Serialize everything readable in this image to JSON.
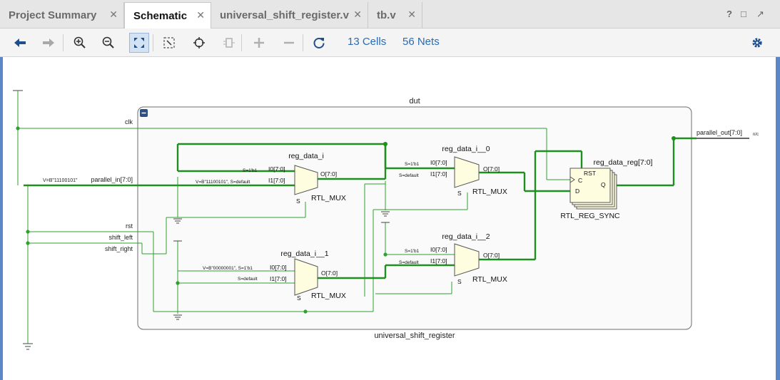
{
  "tabs": [
    {
      "label": "Project Summary",
      "active": false
    },
    {
      "label": "Schematic",
      "active": true
    },
    {
      "label": "universal_shift_register.v",
      "active": false
    },
    {
      "label": "tb.v",
      "active": false
    }
  ],
  "window_controls": {
    "help": "?",
    "restore": "□",
    "float": "↗"
  },
  "toolbar": {
    "cells": "13 Cells",
    "nets": "56 Nets"
  },
  "colors": {
    "wire": "#2ea12e",
    "bus": "#1f8f1f",
    "body": "#fffde0",
    "body_stroke": "#555555",
    "accent": "#2a6bb5"
  },
  "schematic": {
    "module_name": "dut",
    "module_type": "universal_shift_register",
    "ports": {
      "clk": "clk",
      "parallel_in": "parallel_in[7:0]",
      "rst": "rst",
      "shift_left": "shift_left",
      "shift_right": "shift_right",
      "parallel_out": "parallel_out[7:0]",
      "nc": "n/c"
    },
    "const_parallel": "V=B\"11100101\"",
    "mux0": {
      "name": "reg_data_i",
      "type": "RTL_MUX",
      "in0": "I0[7:0]",
      "in1": "I1[7:0]",
      "out": "O[7:0]",
      "sel": "S",
      "c0": "S=1'b1",
      "c1": "V=B\"11100101\", S=default"
    },
    "mux1": {
      "name": "reg_data_i__0",
      "type": "RTL_MUX",
      "in0": "I0[7:0]",
      "in1": "I1[7:0]",
      "out": "O[7:0]",
      "sel": "S",
      "c0": "S=1'b1",
      "c1": "S=default"
    },
    "mux2": {
      "name": "reg_data_i__1",
      "type": "RTL_MUX",
      "in0": "I0[7:0]",
      "in1": "I1[7:0]",
      "out": "O[7:0]",
      "sel": "S",
      "c0": "V=B\"00000001\", S=1'b1",
      "c1": "S=default"
    },
    "mux3": {
      "name": "reg_data_i__2",
      "type": "RTL_MUX",
      "in0": "I0[7:0]",
      "in1": "I1[7:0]",
      "out": "O[7:0]",
      "sel": "S",
      "c0": "S=1'b1",
      "c1": "S=default"
    },
    "reg": {
      "name": "reg_data_reg[7:0]",
      "type": "RTL_REG_SYNC",
      "rst": "RST",
      "c": "C",
      "d": "D",
      "q": "Q"
    }
  }
}
